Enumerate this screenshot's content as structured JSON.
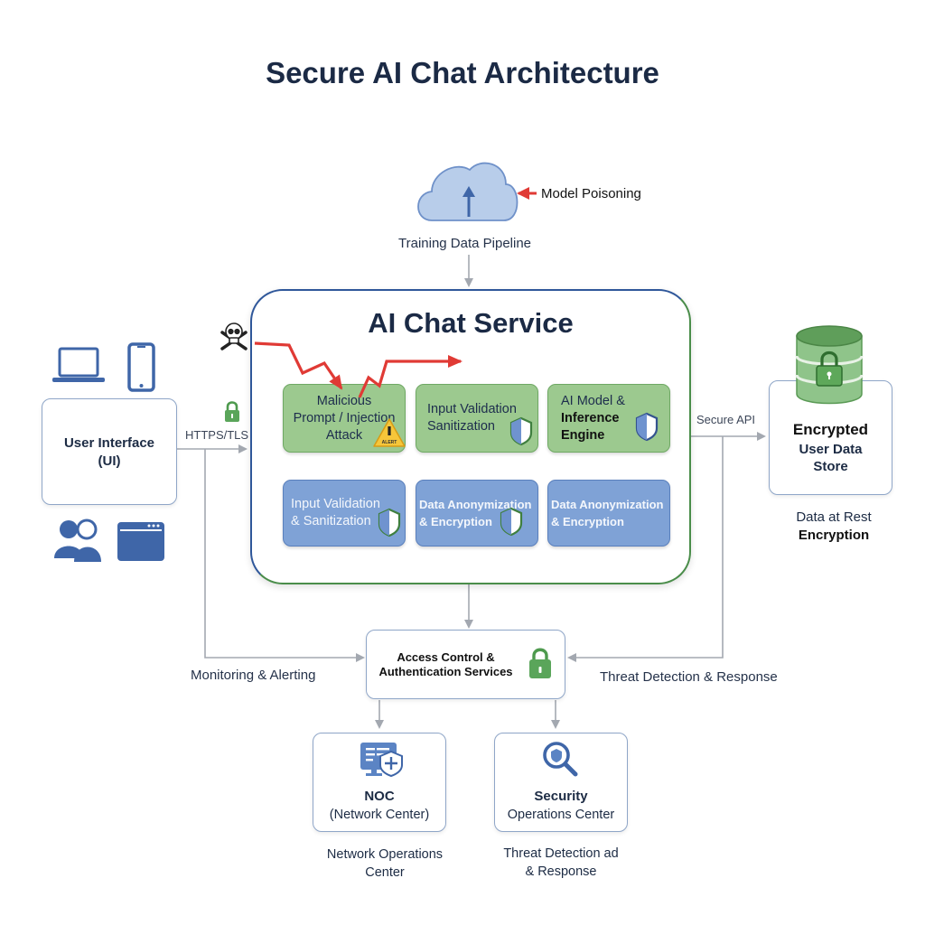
{
  "title": "Secure AI Chat Architecture",
  "top": {
    "cloud_icon": "cloud-icon",
    "threat_label": "Model Poisoning",
    "pipeline_label": "Training Data Pipeline"
  },
  "service": {
    "title": "AI Chat Service",
    "attacker_icon": "skull-crossbones-icon",
    "top_row": [
      {
        "line1": "Malicious",
        "line2": "Prompt / Injection",
        "line3": "Attack",
        "icon": "warning-icon",
        "icon_text": "ALERT"
      },
      {
        "line1": "Input Validation",
        "line2": "Sanitization",
        "icon": "shield-icon"
      },
      {
        "line1": "AI Model &",
        "line2": "Inference",
        "line3": "Engine",
        "icon": "shield-icon"
      }
    ],
    "bottom_row": [
      {
        "line1": "Input Validation",
        "line2": "& Sanitization",
        "icon": "shield-icon"
      },
      {
        "line1": "Data Anonymization",
        "line2": "& Encryption",
        "icon": "shield-icon"
      },
      {
        "line1": "Data Anonymization",
        "line2": "& Encryption"
      }
    ]
  },
  "left": {
    "ui_title_line1": "User Interface",
    "ui_title_line2": "(UI)",
    "connection_label": "HTTPS/TLS",
    "icons": [
      "laptop-icon",
      "smartphone-icon",
      "users-icon",
      "browser-window-icon",
      "lock-icon"
    ]
  },
  "right": {
    "api_label": "Secure API",
    "store_line1": "Encrypted",
    "store_line2": "User Data",
    "store_line3": "Store",
    "caption_line1": "Data at Rest",
    "caption_line2": "Encryption",
    "icon": "encrypted-database-icon"
  },
  "access": {
    "line1": "Access Control &",
    "line2": "Authentication Services",
    "icon": "lock-icon",
    "left_label": "Monitoring & Alerting",
    "right_label": "Threat Detection & Response"
  },
  "noc": {
    "title": "NOC",
    "subtitle": "(Network Center)",
    "caption_line1": "Network Operations",
    "caption_line2": "Center",
    "icon": "monitor-shield-icon"
  },
  "soc": {
    "title": "Security",
    "subtitle": "Operations Center",
    "caption_line1": "Threat Detection ad",
    "caption_line2": "& Response",
    "icon": "magnifier-shield-icon"
  },
  "colors": {
    "navy": "#1b2a45",
    "blue_accent": "#2f579a",
    "green_accent": "#4a8d4a",
    "threat_red": "#e03a35",
    "connector_gray": "#a3a8b0"
  }
}
